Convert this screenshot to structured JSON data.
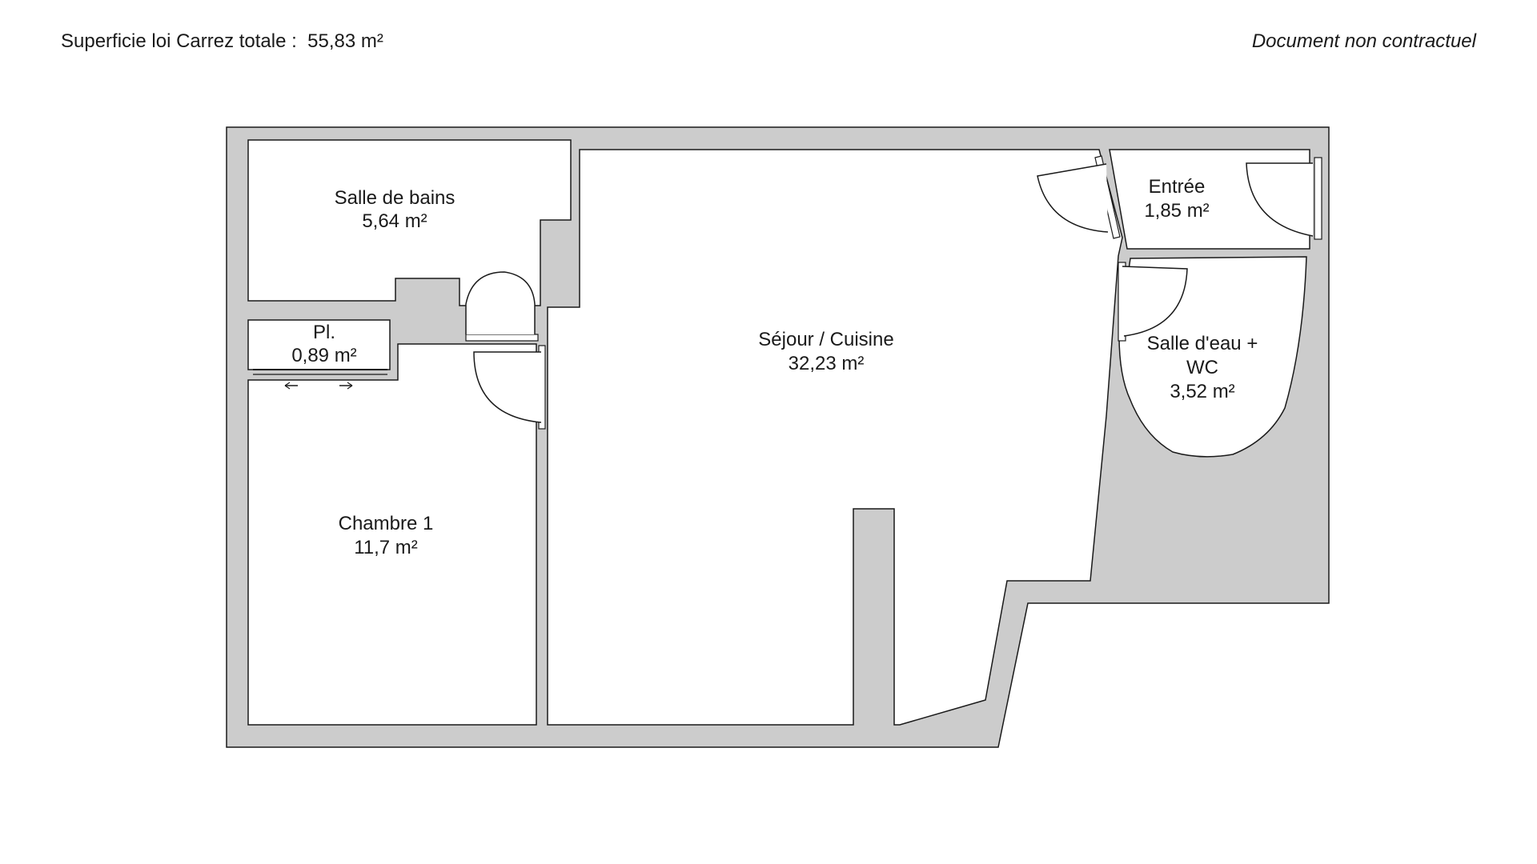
{
  "header": {
    "area_label": "Superficie loi Carrez totale :",
    "area_value": "55,83 m²",
    "disclaimer": "Document non contractuel"
  },
  "colors": {
    "wall": "#cccccc",
    "outline": "#1a1a1a",
    "floor": "#ffffff"
  },
  "rooms": {
    "salle_de_bains": {
      "name": "Salle de bains",
      "area": "5,64 m²"
    },
    "placard": {
      "name": "Pl.",
      "area": "0,89 m²"
    },
    "chambre_1": {
      "name": "Chambre 1",
      "area": "11,7 m²"
    },
    "sejour_cuisine": {
      "name": "Séjour / Cuisine",
      "area": "32,23 m²"
    },
    "entree": {
      "name": "Entrée",
      "area": "1,85 m²"
    },
    "salle_eau_wc": {
      "name_line1": "Salle d'eau +",
      "name_line2": "WC",
      "area": "3,52 m²"
    }
  }
}
